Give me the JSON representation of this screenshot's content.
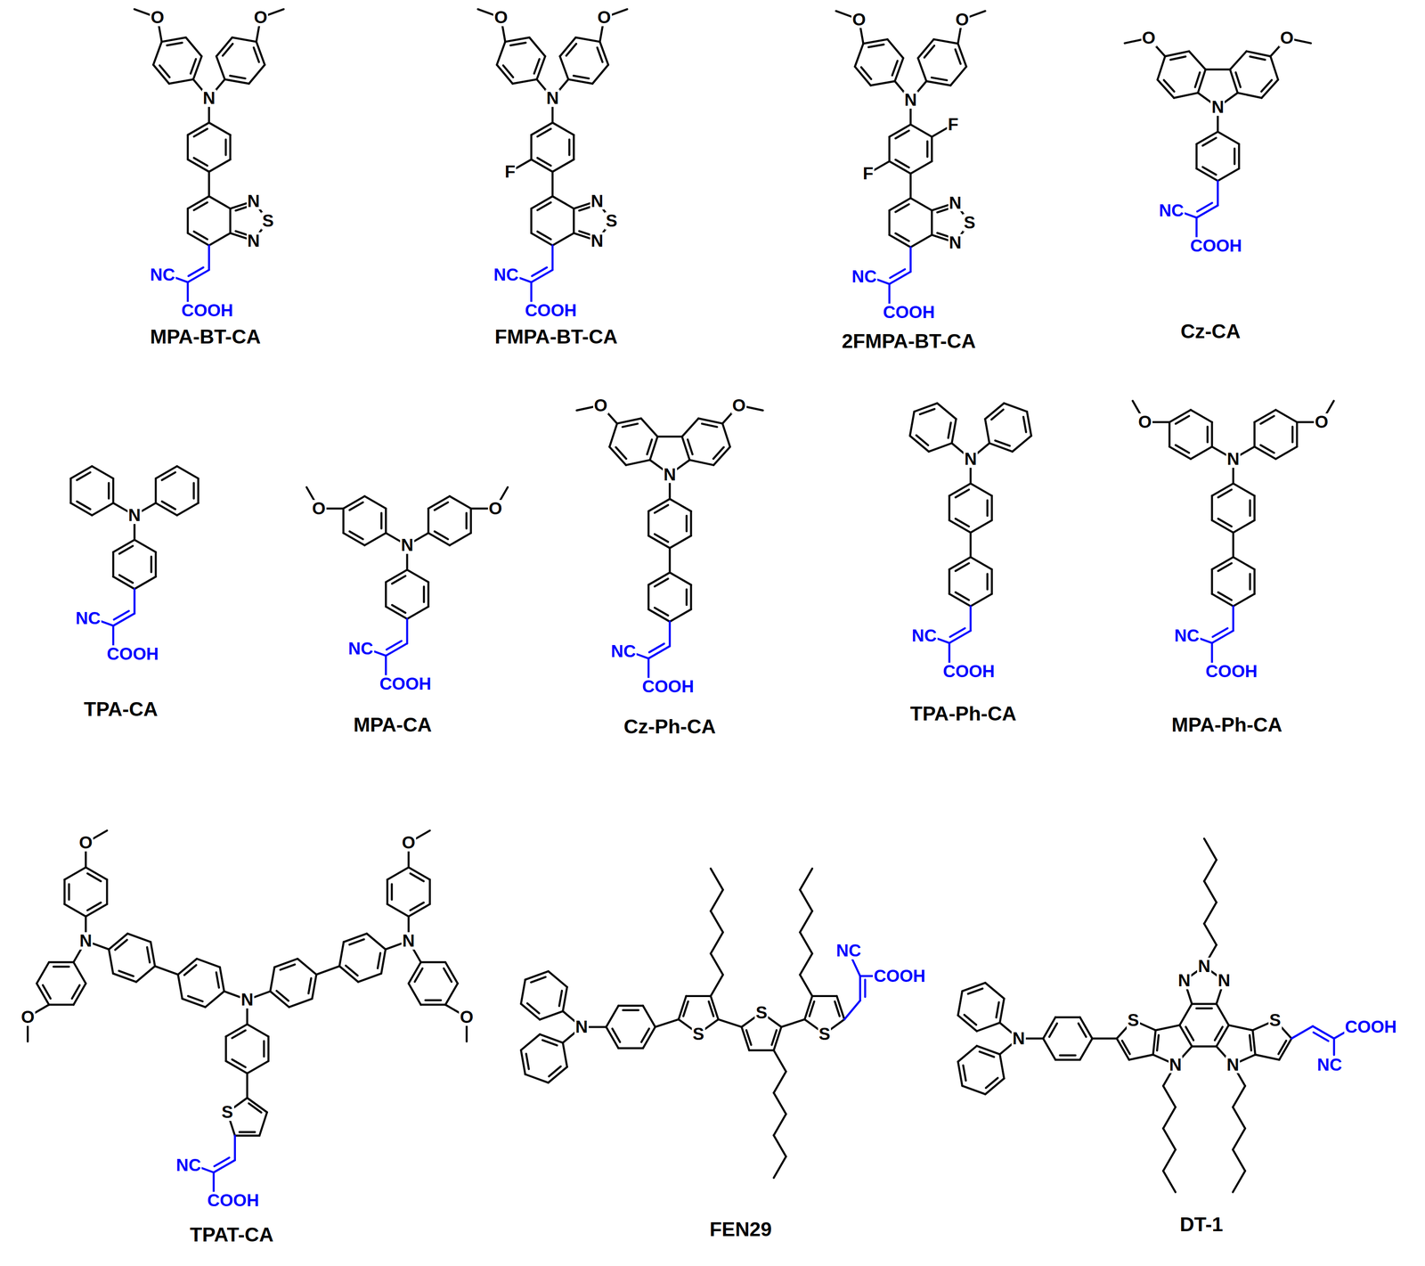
{
  "diagram": {
    "labels": [
      "N",
      "O",
      "O",
      "N",
      "S",
      "N",
      "NC",
      "COOH",
      "MPA-BT-CA",
      "N",
      "O",
      "O",
      "F",
      "N",
      "S",
      "N",
      "NC",
      "COOH",
      "FMPA-BT-CA",
      "N",
      "O",
      "O",
      "F",
      "F",
      "N",
      "S",
      "N",
      "NC",
      "COOH",
      "2FMPA-BT-CA",
      "O",
      "O",
      "N",
      "NC",
      "COOH",
      "Cz-CA",
      "N",
      "NC",
      "COOH",
      "TPA-CA",
      "N",
      "O",
      "O",
      "NC",
      "COOH",
      "MPA-CA",
      "O",
      "O",
      "N",
      "NC",
      "COOH",
      "Cz-Ph-CA",
      "N",
      "NC",
      "COOH",
      "TPA-Ph-CA",
      "N",
      "O",
      "O",
      "NC",
      "COOH",
      "MPA-Ph-CA",
      "N",
      "O",
      "O",
      "N",
      "N",
      "O",
      "O",
      "S",
      "NC",
      "COOH",
      "TPAT-CA",
      "N",
      "S",
      "S",
      "S",
      "NC",
      "COOH",
      "FEN29",
      "N",
      "S",
      "N",
      "N",
      "N",
      "N",
      "N",
      "S",
      "COOH",
      "NC",
      "DT-1"
    ]
  }
}
